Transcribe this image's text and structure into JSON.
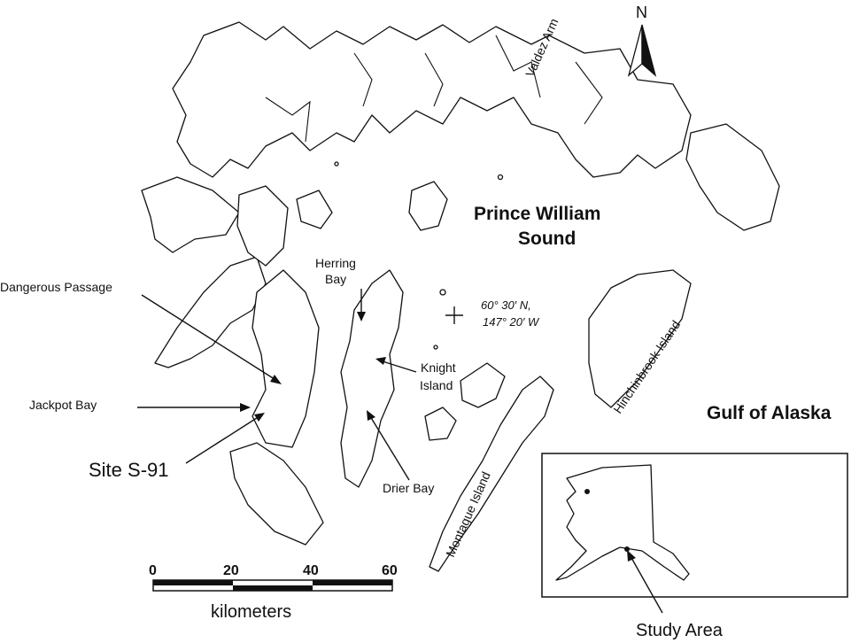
{
  "labels": {
    "prince_william": "Prince William",
    "sound": "Sound",
    "gulf_of_alaska": "Gulf of Alaska",
    "dangerous_passage": "Dangerous Passage",
    "jackpot_bay": "Jackpot Bay",
    "site": "Site S-91",
    "herring": "Herring",
    "bay": "Bay",
    "knight": "Knight",
    "island": "Island",
    "drier_bay": "Drier Bay",
    "montague_island": "Montague Island",
    "hinchinbrook_island": "Hinchinbrook Island",
    "valdez_arm": "Valdez Arm",
    "study_area": "Study Area",
    "lat": "60° 30′ N,",
    "lon": "147° 20′ W"
  },
  "north_arrow": {
    "label": "N"
  },
  "scale_bar": {
    "ticks": [
      "0",
      "20",
      "40",
      "60"
    ],
    "unit": "kilometers"
  },
  "colors": {
    "ink": "#111111",
    "background": "#ffffff"
  }
}
